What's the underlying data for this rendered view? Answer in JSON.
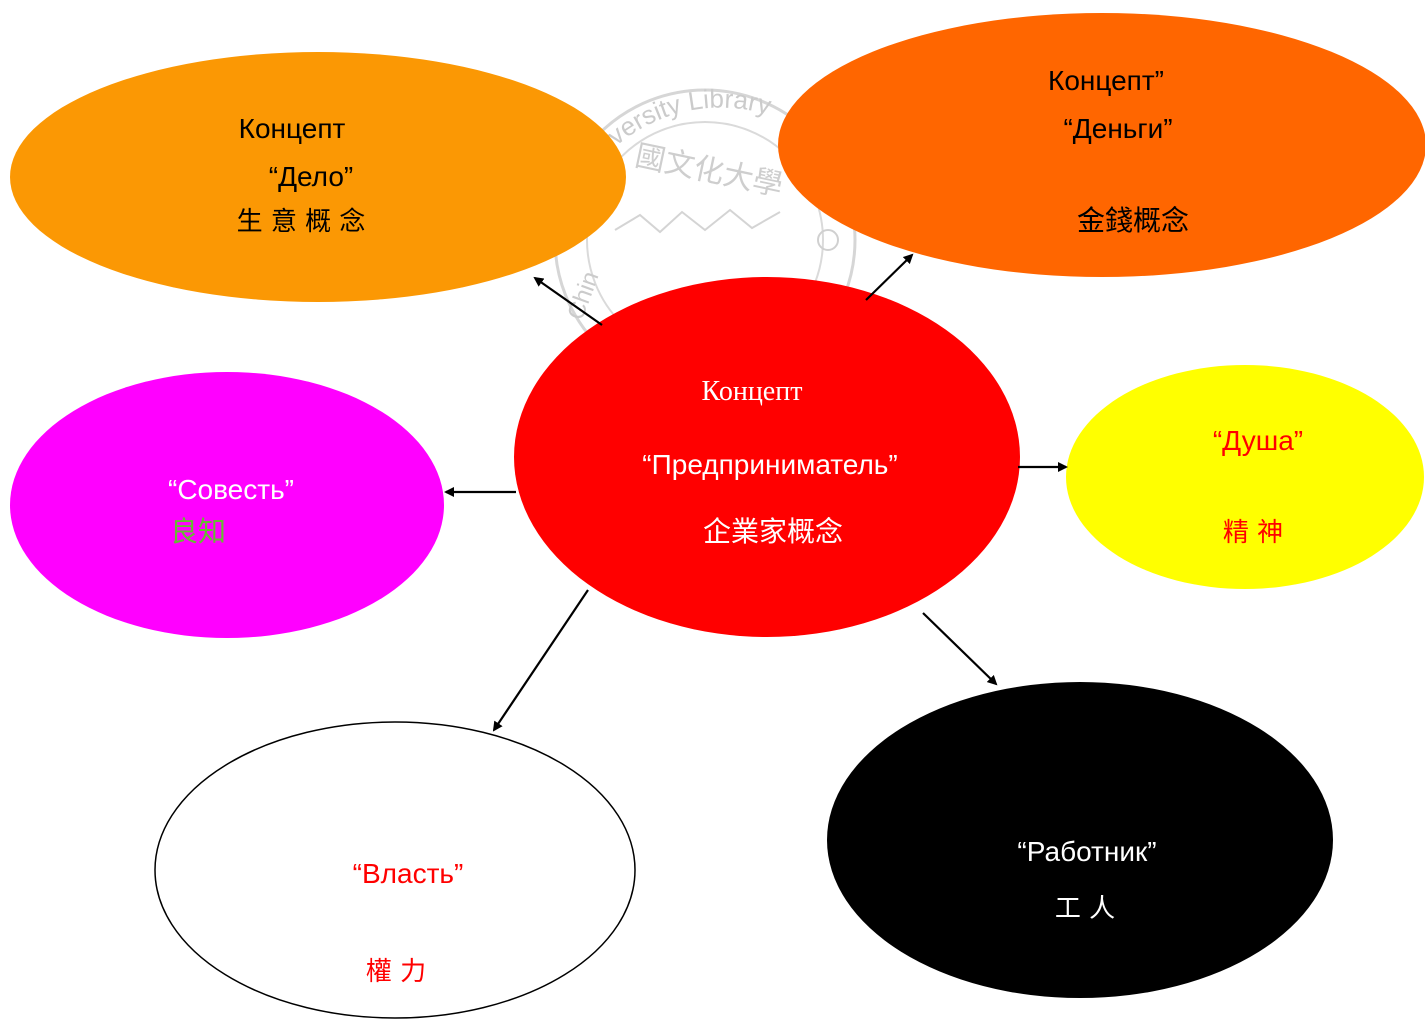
{
  "watermark": {
    "arc_text": "University Library",
    "side_text": "Chin",
    "inner_text": "國文化大學",
    "color": "#c8c8c8"
  },
  "colors": {
    "arrow": "#000000"
  },
  "nodes": {
    "business": {
      "line1": "Концепт",
      "line2": "“Дело”",
      "line3": "生 意 概 念",
      "fill": "#fb9804",
      "text_color": "#000000"
    },
    "money": {
      "line1": "Концепт”",
      "line2": "“Деньги”",
      "line3": "金錢概念",
      "fill": "#ff6600",
      "text_color": "#000000"
    },
    "entrepreneur": {
      "line1": "Концепт",
      "line2": "“Предприниматель”",
      "line3": "企業家概念",
      "fill": "#ff0000",
      "text_color": "#ffffff"
    },
    "soul": {
      "line1": "“Душа”",
      "line2": "精 神",
      "fill": "#ffff00",
      "text_color": "#ff0000"
    },
    "conscience": {
      "line1": "“Совесть”",
      "line2": "良知",
      "fill": "#ff00ff",
      "text_color": "#ffffff",
      "line2_color": "#66bb33"
    },
    "power": {
      "line1": "“Власть”",
      "line2": "權 力",
      "fill": "#ffffff",
      "text_color": "#ff0000",
      "stroke": "#000000"
    },
    "worker": {
      "line1": "“Работник”",
      "line2": "工 人",
      "fill": "#000000",
      "text_color": "#ffffff"
    }
  }
}
